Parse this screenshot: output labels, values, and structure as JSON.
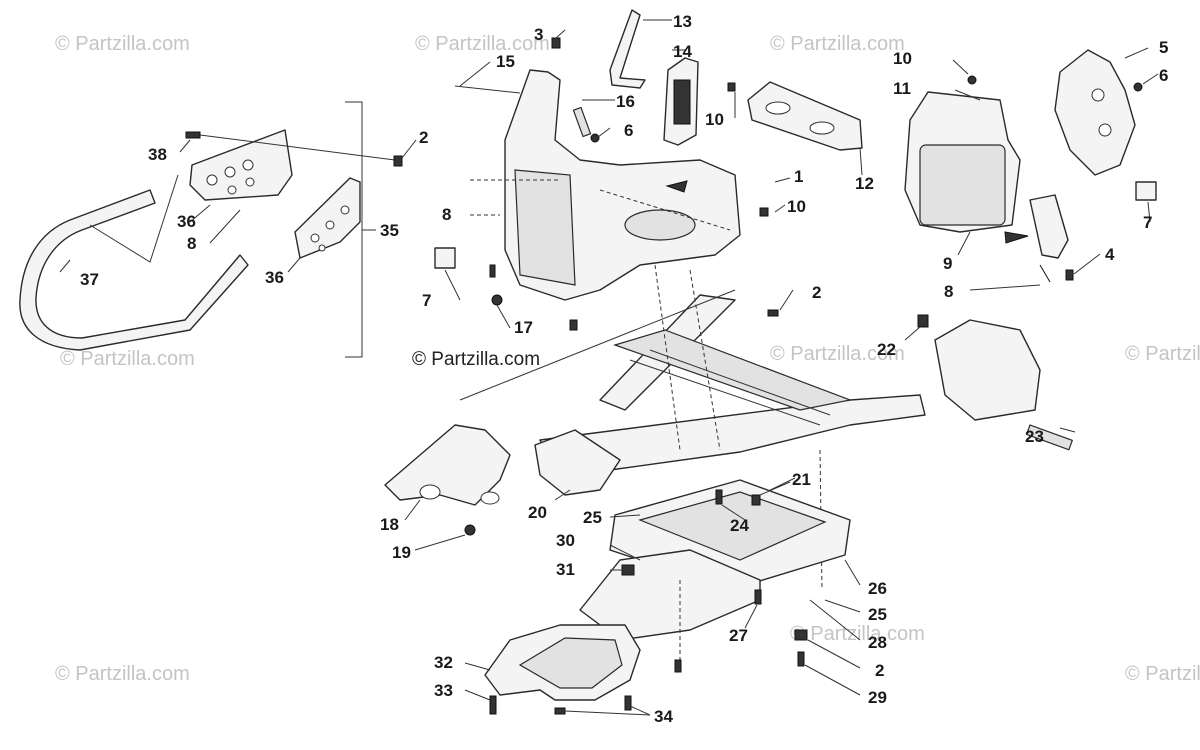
{
  "watermark": "© Partzilla.com",
  "callouts": [
    {
      "id": "c3",
      "text": "3"
    },
    {
      "id": "c13",
      "text": "13"
    },
    {
      "id": "c14",
      "text": "14"
    },
    {
      "id": "c15",
      "text": "15"
    },
    {
      "id": "c16",
      "text": "16"
    },
    {
      "id": "c6a",
      "text": "6"
    },
    {
      "id": "c10a",
      "text": "10"
    },
    {
      "id": "c12",
      "text": "12"
    },
    {
      "id": "c1",
      "text": "1"
    },
    {
      "id": "c10b",
      "text": "10"
    },
    {
      "id": "c8a",
      "text": "8"
    },
    {
      "id": "c7a",
      "text": "7"
    },
    {
      "id": "c17",
      "text": "17"
    },
    {
      "id": "c2a",
      "text": "2"
    },
    {
      "id": "c38",
      "text": "38"
    },
    {
      "id": "c2b",
      "text": "2"
    },
    {
      "id": "c36a",
      "text": "36"
    },
    {
      "id": "c8b",
      "text": "8"
    },
    {
      "id": "c35",
      "text": "35"
    },
    {
      "id": "c37",
      "text": "37"
    },
    {
      "id": "c36b",
      "text": "36"
    },
    {
      "id": "c10c",
      "text": "10"
    },
    {
      "id": "c11",
      "text": "11"
    },
    {
      "id": "c5",
      "text": "5"
    },
    {
      "id": "c6b",
      "text": "6"
    },
    {
      "id": "c7b",
      "text": "7"
    },
    {
      "id": "c9",
      "text": "9"
    },
    {
      "id": "c4",
      "text": "4"
    },
    {
      "id": "c8c",
      "text": "8"
    },
    {
      "id": "c22",
      "text": "22"
    },
    {
      "id": "c23",
      "text": "23"
    },
    {
      "id": "c21",
      "text": "21"
    },
    {
      "id": "c20",
      "text": "20"
    },
    {
      "id": "c25a",
      "text": "25"
    },
    {
      "id": "c24",
      "text": "24"
    },
    {
      "id": "c18",
      "text": "18"
    },
    {
      "id": "c19",
      "text": "19"
    },
    {
      "id": "c30",
      "text": "30"
    },
    {
      "id": "c31",
      "text": "31"
    },
    {
      "id": "c26",
      "text": "26"
    },
    {
      "id": "c25b",
      "text": "25"
    },
    {
      "id": "c27",
      "text": "27"
    },
    {
      "id": "c28",
      "text": "28"
    },
    {
      "id": "c2c",
      "text": "2"
    },
    {
      "id": "c29",
      "text": "29"
    },
    {
      "id": "c32",
      "text": "32"
    },
    {
      "id": "c33",
      "text": "33"
    },
    {
      "id": "c34",
      "text": "34"
    }
  ]
}
